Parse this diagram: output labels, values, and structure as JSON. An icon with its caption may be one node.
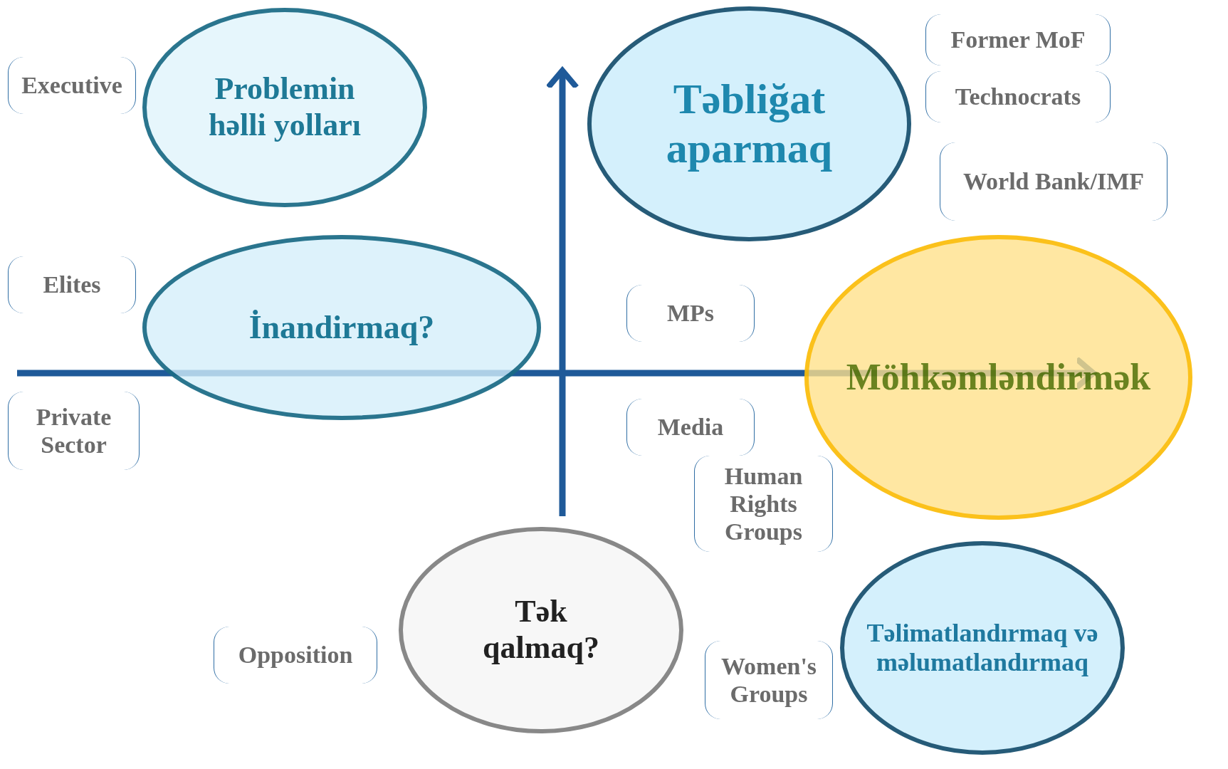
{
  "diagram": {
    "nodes": [
      {
        "text": [
          "Problemin həlli yolları"
        ]
      },
      {
        "text": [
          "Təbliğat aparmaq"
        ]
      },
      {
        "text": [
          "İnandirmaq?"
        ]
      },
      {
        "text": [
          "Möhkəmləndirmək"
        ]
      },
      {
        "text": [
          "Tək qalmaq?"
        ]
      },
      {
        "text": [
          "Təlimatlandırmaq və məlumatlandırmaq"
        ]
      },
      {
        "text": [
          "Executive"
        ]
      },
      {
        "text": [
          "Former MoF"
        ]
      },
      {
        "text": [
          "Technocrats"
        ]
      },
      {
        "text": [
          "World Bank/IMF"
        ]
      },
      {
        "text": [
          "Elites"
        ]
      },
      {
        "text": [
          "MPs"
        ]
      },
      {
        "text": [
          "Private Sector"
        ]
      },
      {
        "text": [
          "Media"
        ]
      },
      {
        "text": [
          "Human Rights Groups"
        ]
      },
      {
        "text": [
          "Opposition"
        ]
      },
      {
        "text": [
          "Women's Groups"
        ]
      }
    ],
    "edges": []
  }
}
